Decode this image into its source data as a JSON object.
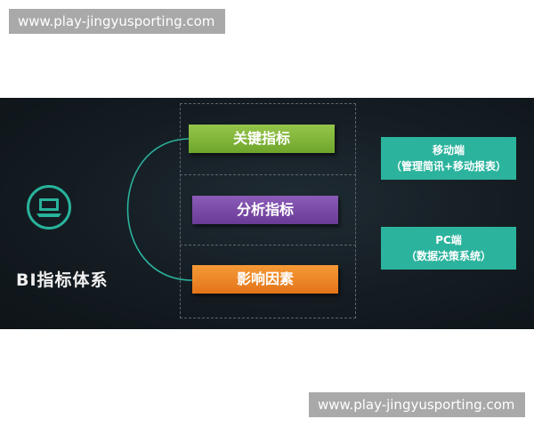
{
  "watermark": {
    "top_url": "www.play-jingyusporting.com",
    "bottom_url": "www.play-jingyusporting.com"
  },
  "diagram": {
    "title": "BI指标体系",
    "icon": "laptop-icon",
    "metrics": [
      {
        "label": "关键指标",
        "color": "#7fb43a"
      },
      {
        "label": "分析指标",
        "color": "#7b4aa8"
      },
      {
        "label": "影响因素",
        "color": "#ee8426"
      }
    ],
    "targets": [
      {
        "line1": "移动端",
        "line2": "（管理简讯+移动报表）"
      },
      {
        "line1": "PC端",
        "line2": "（数据决策系统）"
      }
    ],
    "colors": {
      "background": "#141c22",
      "accent_teal": "#2bb39d"
    }
  }
}
